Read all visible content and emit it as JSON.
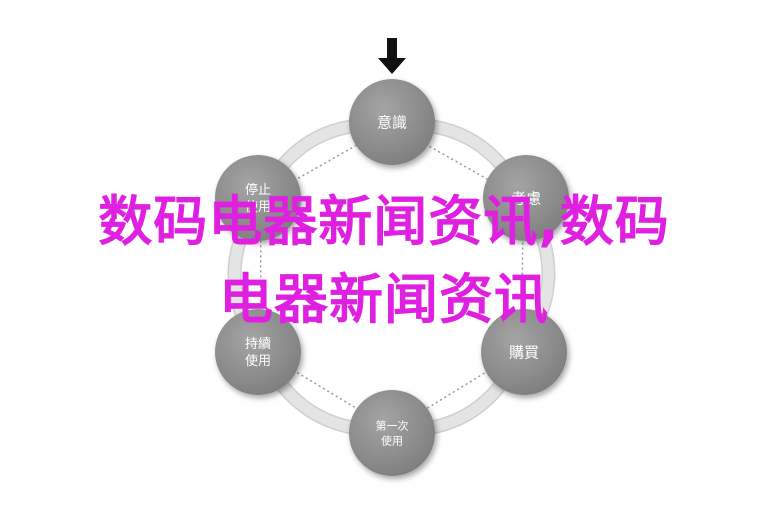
{
  "colors": {
    "node_fill": "#8c8c8c",
    "node_shadow": "#5a5a5a",
    "arrow_fill": "#e4e4e4",
    "arrow_stroke": "#cfcfcf",
    "dot": "#9a9a9a",
    "overlay_text": "#e020e0",
    "entry_arrow": "#111111"
  },
  "diagram": {
    "entry_arrow_icon": "down-arrow-icon",
    "nodes": [
      {
        "id": "awareness",
        "lines": [
          "意識"
        ]
      },
      {
        "id": "evaluation",
        "lines": [
          "考慮"
        ]
      },
      {
        "id": "purchase",
        "lines": [
          "購買"
        ]
      },
      {
        "id": "first-use",
        "lines": [
          "第一次",
          "使用"
        ]
      },
      {
        "id": "continued-use",
        "lines": [
          "持續",
          "使用"
        ]
      },
      {
        "id": "stop-use",
        "lines": [
          "停止",
          "使用"
        ]
      }
    ]
  },
  "overlay": {
    "line1": "数码电器新闻资讯,数码",
    "line2": "电器新闻资讯"
  }
}
